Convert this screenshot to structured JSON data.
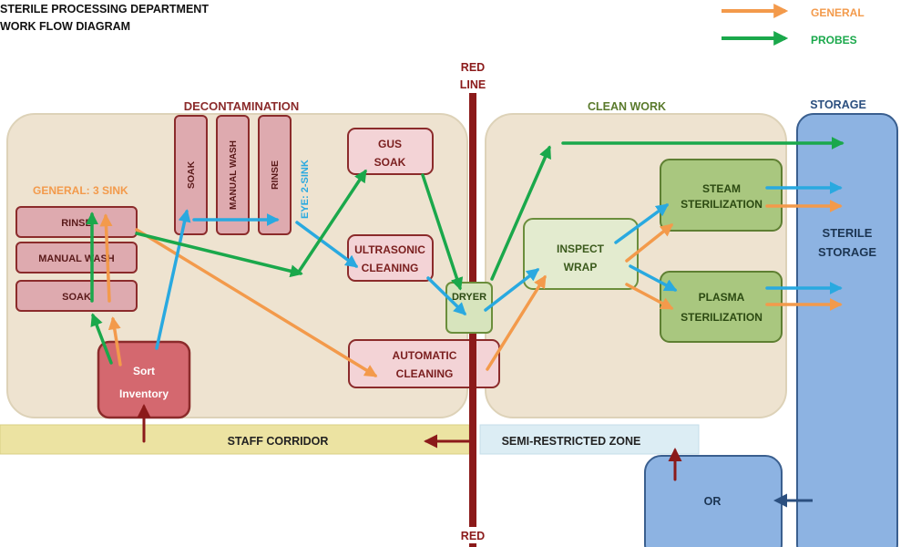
{
  "title": {
    "line1": "STERILE PROCESSING DEPARTMENT",
    "line2": "WORK FLOW DIAGRAM"
  },
  "legend": {
    "general": {
      "label": "GENERAL",
      "color": "#f39a4b"
    },
    "probes": {
      "label": "PROBES",
      "color": "#1aa84b"
    }
  },
  "colors": {
    "decon_border": "#8b2b2b",
    "decon_fill": "#f3cfd2",
    "clean_border": "#6b8e3c",
    "clean_fill": "#d7e4bd",
    "blue_arrow": "#29a9e0",
    "red_line": "#8b1a1a",
    "storage_fill": "#8db3e2",
    "storage_border": "#3a5f8f"
  },
  "zones": {
    "decontamination": "DECONTAMINATION",
    "clean_work": "CLEAN WORK",
    "storage": "STORAGE",
    "red_line_top": [
      "RED",
      "LINE"
    ],
    "red_line_bottom": "RED",
    "staff_corridor": "STAFF CORRIDOR",
    "semi_restricted": "SEMI-RESTRICTED ZONE"
  },
  "labels": {
    "general_3_sink": "GENERAL: 3 SINK",
    "eye_2_sink": "EYE: 2-SINK"
  },
  "boxes": {
    "rinse_left": "RINSE",
    "manual_wash_left": "MANUAL WASH",
    "soak_left": "SOAK",
    "soak_vertical": "SOAK",
    "manual_wash_vertical": "MANUAL WASH",
    "rinse_vertical": "RINSE",
    "sort_inventory": [
      "Sort",
      "Inventory"
    ],
    "gus_soak": [
      "GUS",
      "SOAK"
    ],
    "ultrasonic_cleaning": [
      "ULTRASONIC",
      "CLEANING"
    ],
    "automatic_cleaning": [
      "AUTOMATIC",
      "CLEANING"
    ],
    "dryer": "DRYER",
    "inspect_wrap": [
      "INSPECT",
      "WRAP"
    ],
    "steam_sterilization": [
      "STEAM",
      "STERILIZATION"
    ],
    "plasma_sterilization": [
      "PLASMA",
      "STERILIZATION"
    ],
    "sterile_storage": [
      "STERILE",
      "STORAGE"
    ],
    "or": "OR"
  }
}
